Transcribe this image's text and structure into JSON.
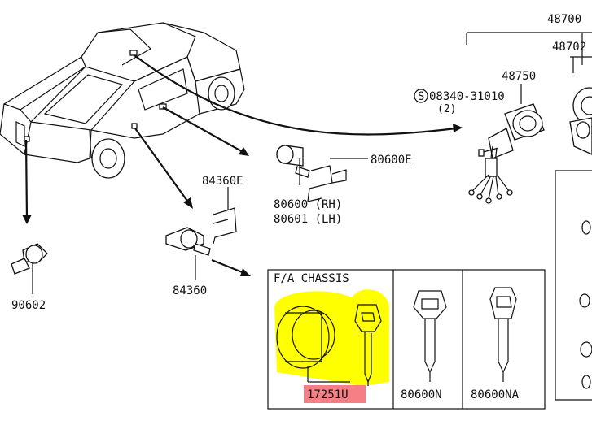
{
  "colors": {
    "highlight_yellow": "#ffff00",
    "label_highlight_red": "#f47f84",
    "line": "#111111"
  },
  "labels": {
    "p48700": "48700",
    "p48702": "48702",
    "p48750": "48750",
    "bolt_code": "08340-31010",
    "bolt_qty": "(2)",
    "bolt_symbol": "S",
    "p80600E": "80600E",
    "p84360E": "84360E",
    "p80600rh": "80600 (RH)",
    "p80601lh": "80601 (LH)",
    "p84360": "84360",
    "p90602": "90602",
    "chassis_title": "F/A CHASSIS",
    "p17251U": "17251U",
    "p80600N": "80600N",
    "p80600NA": "80600NA"
  },
  "icons": [
    "pickup-truck-icon",
    "tailgate-lock-icon",
    "door-lock-cylinder-icon",
    "ignition-switch-icon",
    "lock-cylinder-set-icon",
    "key-icon"
  ]
}
